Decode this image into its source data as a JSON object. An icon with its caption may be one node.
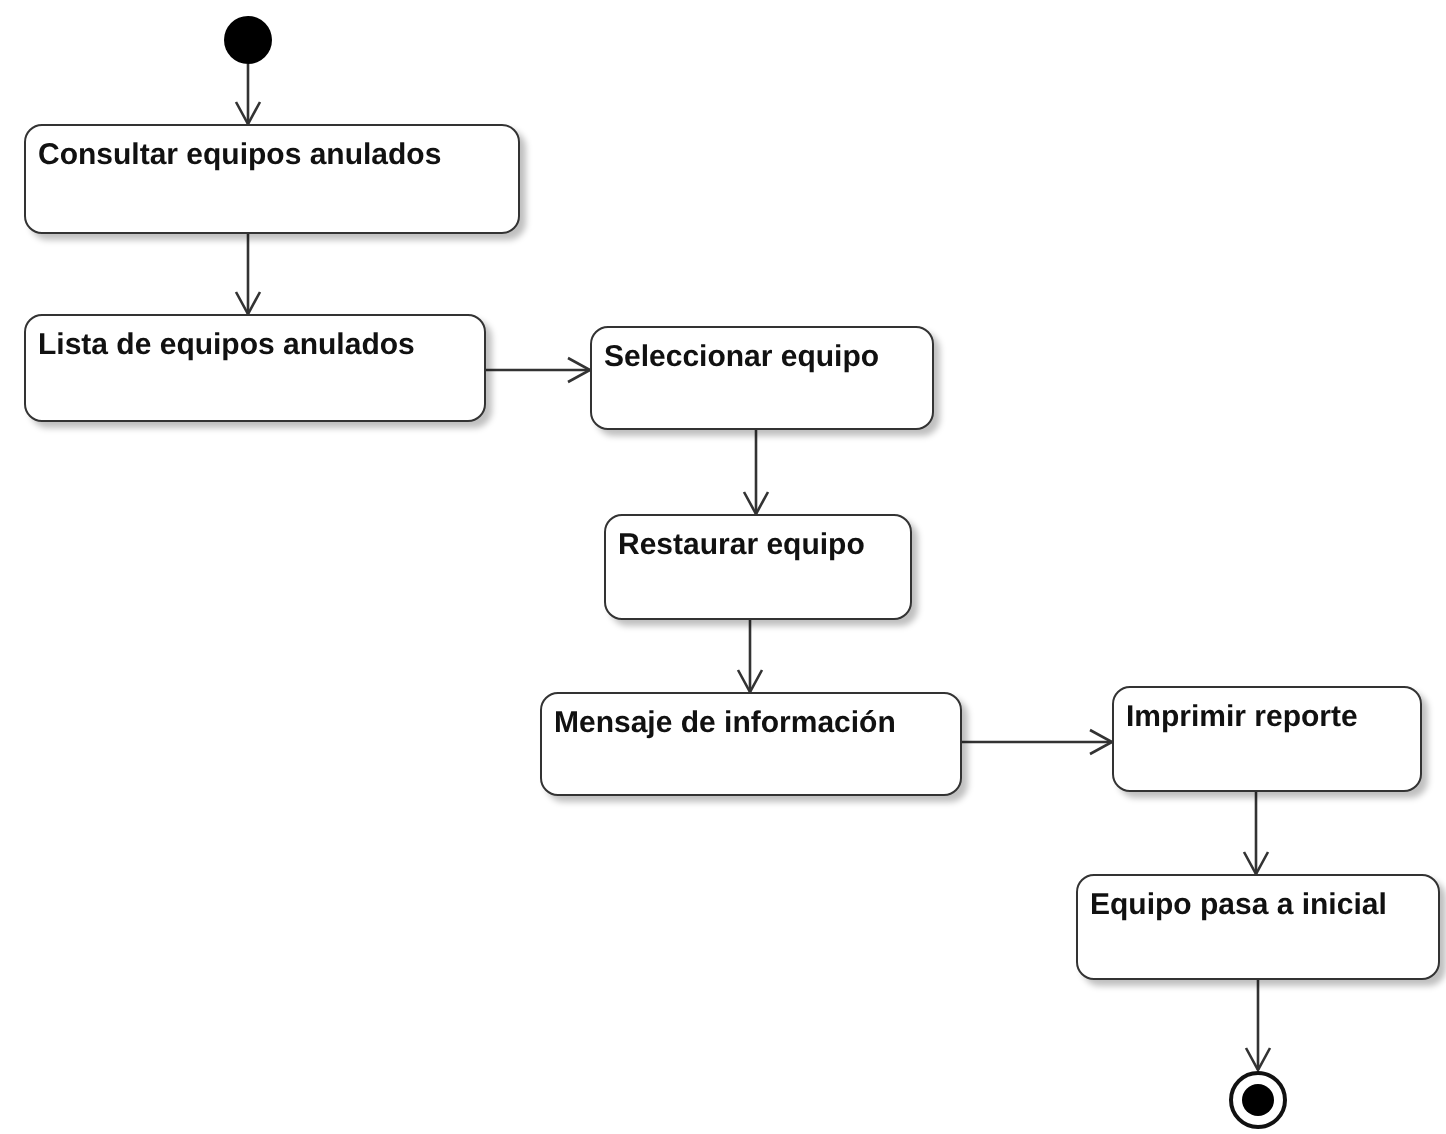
{
  "diagram": {
    "nodes": [
      {
        "text": [],
        "shape": "circle"
      },
      {
        "text": [
          "Consultar equipos anulados"
        ]
      },
      {
        "text": [
          "Lista de equipos anulados"
        ]
      },
      {
        "text": [
          "Seleccionar equipo"
        ]
      },
      {
        "text": [
          "Restaurar equipo"
        ]
      },
      {
        "text": [
          "Mensaje de información"
        ]
      },
      {
        "text": [
          "Imprimir reporte"
        ]
      },
      {
        "text": [
          "Equipo pasa a inicial"
        ]
      },
      {
        "text": [],
        "shape": "circle"
      }
    ],
    "edges": [
      {
        "from": 0,
        "to": 1,
        "arrow": "to"
      },
      {
        "from": 1,
        "to": 2,
        "arrow": "to"
      },
      {
        "from": 2,
        "to": 3,
        "arrow": "to"
      },
      {
        "from": 3,
        "to": 4,
        "arrow": "to"
      },
      {
        "from": 4,
        "to": 5,
        "arrow": "to"
      },
      {
        "from": 5,
        "to": 6,
        "arrow": "to"
      },
      {
        "from": 6,
        "to": 7,
        "arrow": "to"
      },
      {
        "from": 7,
        "to": 8,
        "arrow": "to"
      }
    ]
  }
}
